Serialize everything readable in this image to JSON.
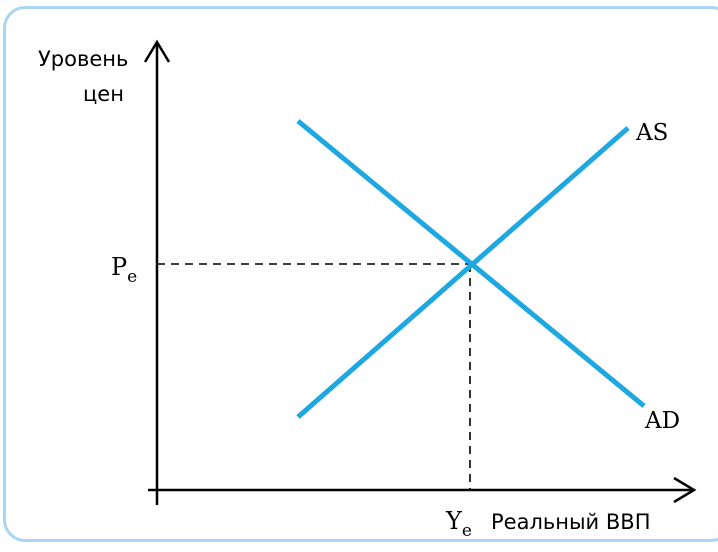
{
  "axes": {
    "y_label_line1": "Уровень",
    "y_label_line2": "цен",
    "x_label": "Реальный ВВП"
  },
  "curves": {
    "supply": {
      "label": "AS",
      "color": "#1ea8e2"
    },
    "demand": {
      "label": "AD",
      "color": "#1ea8e2"
    }
  },
  "equilibrium": {
    "price_symbol": "P",
    "price_subscript": "e",
    "output_symbol": "Y",
    "output_subscript": "e"
  },
  "colors": {
    "frame": "#a9d6f2",
    "axis": "#000000",
    "curve": "#1ea8e2",
    "guide": "#000000"
  }
}
